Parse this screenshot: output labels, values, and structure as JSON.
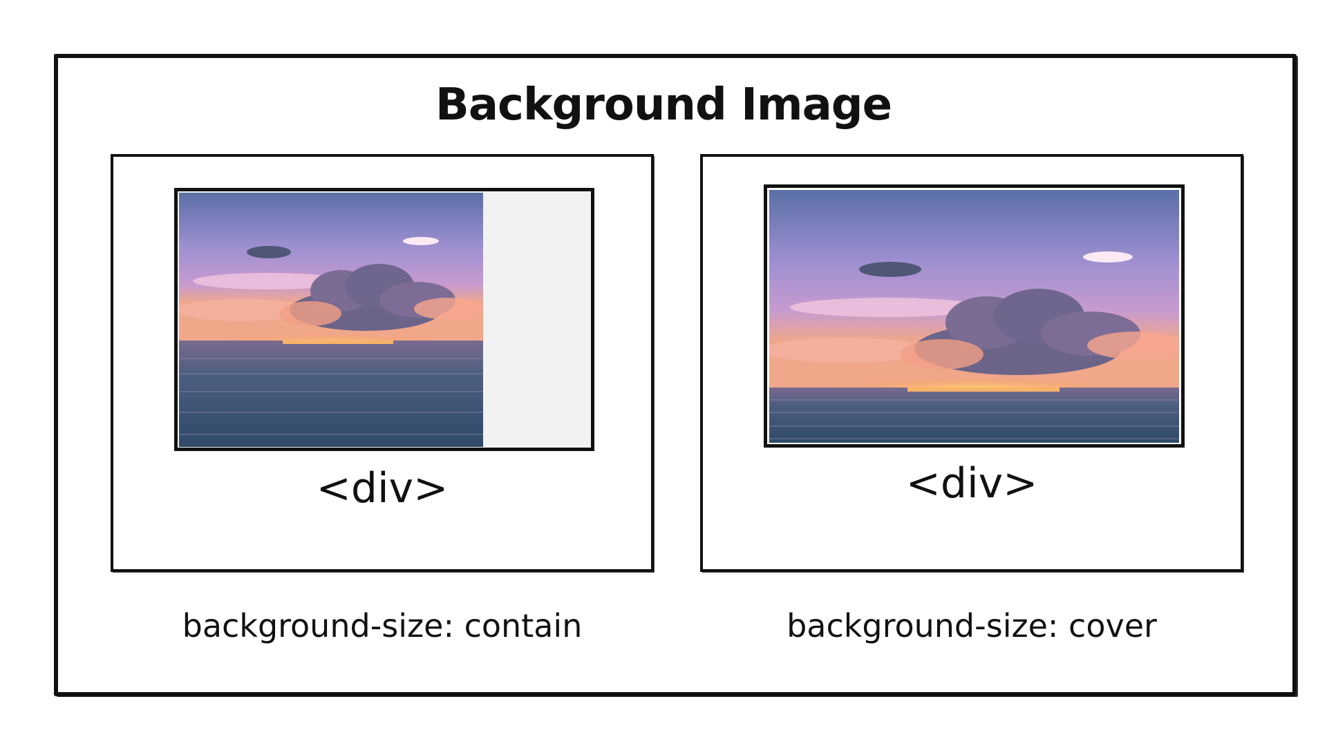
{
  "title": "Background Image",
  "panels": [
    {
      "element_label": "<div>",
      "caption": "background-size: contain",
      "image": "sunset-over-sea-photo"
    },
    {
      "element_label": "<div>",
      "caption": "background-size: cover",
      "image": "sunset-over-sea-photo"
    }
  ],
  "colors": {
    "ink": "#111111",
    "empty_area": "#f2f2f2",
    "sky_top": "#5a6fa6",
    "sky_mid": "#b08ed6",
    "horizon_glow": "#f4a24a",
    "sea": "#3e5877"
  }
}
